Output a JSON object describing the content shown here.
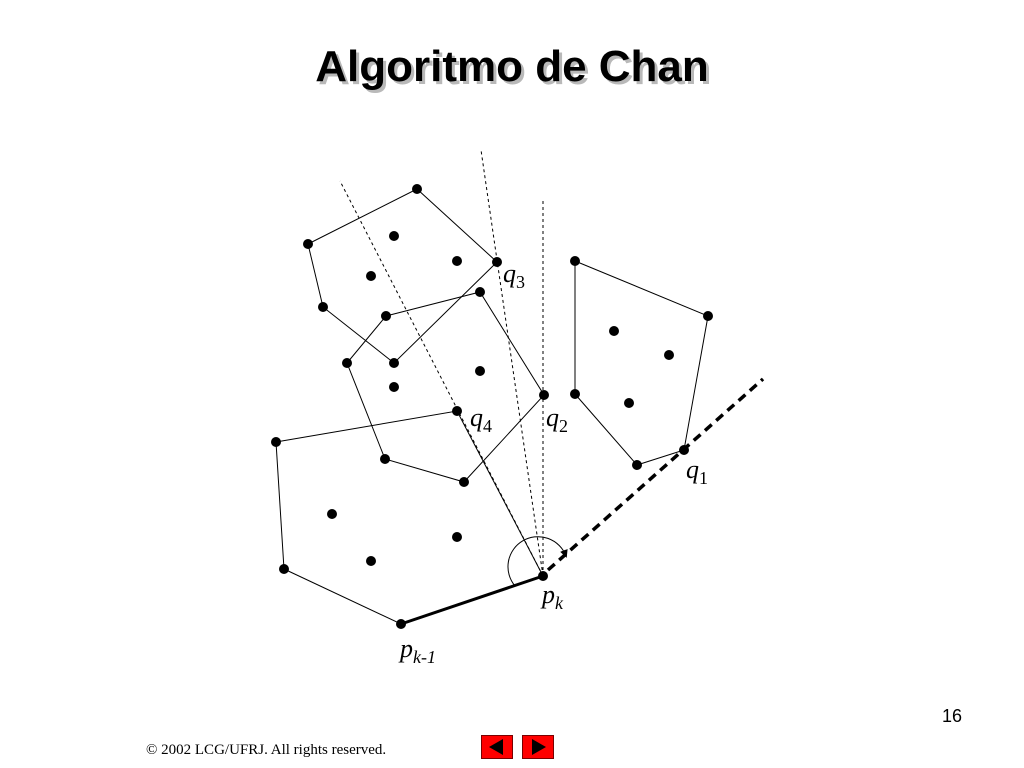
{
  "slide": {
    "title": "Algoritmo de Chan",
    "page_number": "16",
    "footer": "© 2002 LCG/UFRJ.  All rights reserved."
  },
  "diagram": {
    "labels": {
      "q1": {
        "base": "q",
        "sub": "1"
      },
      "q2": {
        "base": "q",
        "sub": "2"
      },
      "q3": {
        "base": "q",
        "sub": "3"
      },
      "q4": {
        "base": "q",
        "sub": "4"
      },
      "pk": {
        "base": "p",
        "sub": "k"
      },
      "pk1": {
        "base": "p",
        "sub": "k-1"
      }
    }
  },
  "navigation": {
    "prev_icon": "left-arrow-icon",
    "next_icon": "right-arrow-icon",
    "button_color": "#ff0000"
  }
}
